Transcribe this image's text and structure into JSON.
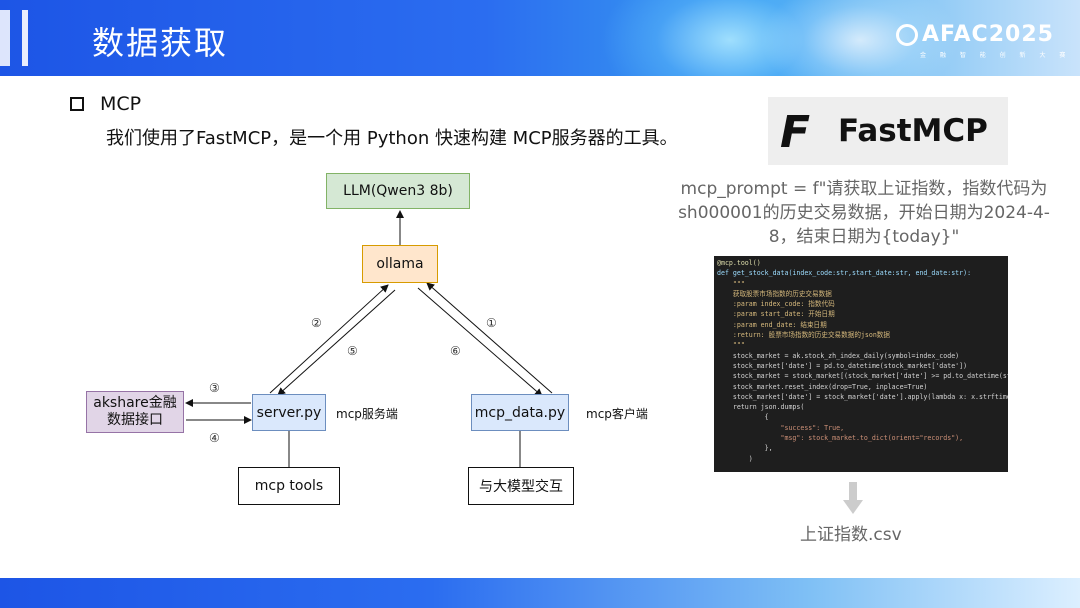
{
  "header": {
    "title": "数据获取",
    "logo_text": "AFAC2025",
    "logo_subtext": "金 融 智 能 创 新 大 赛"
  },
  "section": {
    "heading": "MCP",
    "description": "我们使用了FastMCP，是一个用 Python 快速构建 MCP服务器的工具。"
  },
  "fastmcp_logo": {
    "mark": "F",
    "text": "FastMCP"
  },
  "prompt_text": "mcp_prompt = f\"请获取上证指数，指数代码为sh000001的历史交易数据，开始日期为2024-4-8，结束日期为{today}\"",
  "code_lines": [
    "@mcp.tool()",
    "def get_stock_data(index_code:str,start_date:str, end_date:str):",
    "    \"\"\"",
    "    获取股票市场指数的历史交易数据",
    "    :param index_code: 指数代码",
    "    :param start_date: 开始日期",
    "    :param end_date: 结束日期",
    "    :return: 股票市场指数的历史交易数据的json数据",
    "    \"\"\"",
    "    stock_market = ak.stock_zh_index_daily(symbol=index_code)",
    "    stock_market['date'] = pd.to_datetime(stock_market['date'])",
    "    stock_market = stock_market[(stock_market['date'] >= pd.to_datetime(start_date))",
    "    stock_market.reset_index(drop=True, inplace=True)",
    "    stock_market['date'] = stock_market['date'].apply(lambda x: x.strftime('%Y-%m-%d'))",
    "    return json.dumps(",
    "            {",
    "                \"success\": True,",
    "                \"msg\": stock_market.to_dict(orient=\"records\"),",
    "            },",
    "        )"
  ],
  "output_file": "上证指数.csv",
  "diagram": {
    "llm": "LLM(Qwen3 8b)",
    "ollama": "ollama",
    "akshare_line1": "akshare金融",
    "akshare_line2": "数据接口",
    "server": "server.py",
    "server_label": "mcp服务端",
    "client": "mcp_data.py",
    "client_label": "mcp客户端",
    "tools": "mcp tools",
    "llm_interaction": "与大模型交互",
    "steps": [
      "①",
      "②",
      "③",
      "④",
      "⑤",
      "⑥"
    ]
  },
  "colors": {
    "header_blue": "#1d55e6",
    "llm_fill": "#d5e8d4",
    "ollama_fill": "#ffe6cc",
    "akshare_fill": "#e1d5e7",
    "py_fill": "#dae8fc"
  }
}
